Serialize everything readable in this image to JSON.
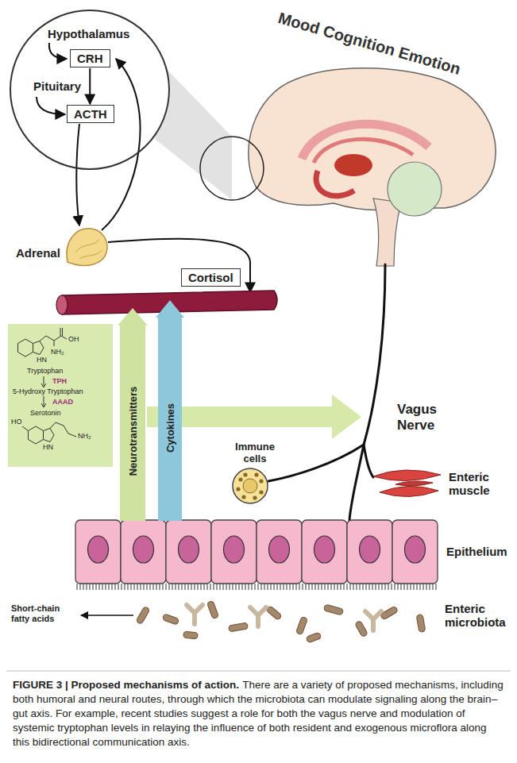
{
  "diagram": {
    "title": "FIGURE 3 | Proposed mechanisms of action.",
    "caption": "There are a variety of proposed mechanisms, including both humoral and neural routes, through which the microbiota can modulate signaling along the brain–gut axis. For example, recent studies suggest a role for both the vagus nerve and modulation of systemic tryptophan levels in relaying the influence of both resident and exogenous microflora along this bidirectional communication axis.",
    "nodes": [
      {
        "text": [
          "Hypothalamus",
          "Pituitary"
        ]
      },
      {
        "text": [
          "CRH"
        ],
        "in": 0
      },
      {
        "text": [
          "ACTH"
        ],
        "in": 0
      },
      {
        "text": [
          "Cortisol"
        ]
      },
      {
        "text": [
          "OH",
          "HN",
          "NH₂",
          "Tryptophan",
          "TPH",
          "5-Hydroxy Tryptophan",
          "AAAD",
          "Serotonin",
          "HO",
          "HN",
          "NH₂"
        ]
      },
      {
        "text": [
          "Neurotransmitters"
        ]
      },
      {
        "text": [
          "Cytokines"
        ]
      }
    ],
    "edges": [
      {
        "from": 1,
        "to": 2,
        "arrow": "to"
      }
    ],
    "labels": [
      "Mood Cognition Emotion",
      "Adrenal",
      "Vagus Nerve",
      "Immune cells",
      "Enteric muscle",
      "Epithelium",
      "Enteric microbiota",
      "Short-chain fatty acids"
    ]
  }
}
